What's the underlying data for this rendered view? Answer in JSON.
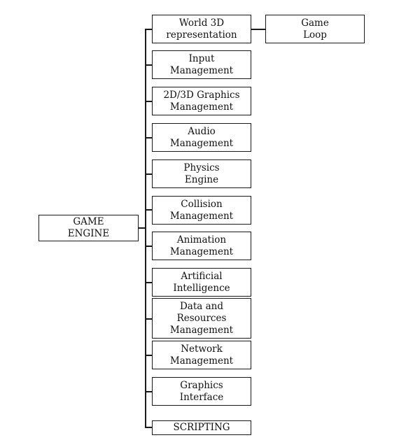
{
  "diagram": {
    "root": "GAME\nENGINE",
    "branches": [
      "World 3D\nrepresentation",
      "Input\nManagement",
      "2D/3D Graphics\nManagement",
      "Audio\nManagement",
      "Physics\nEngine",
      "Collision\nManagement",
      "Animation\nManagement",
      "Artificial\nIntelligence",
      "Data and\nResources\nManagement",
      "Network\nManagement",
      "Graphics\nInterface",
      "SCRIPTING"
    ],
    "sub_branch": "Game\nLoop"
  }
}
